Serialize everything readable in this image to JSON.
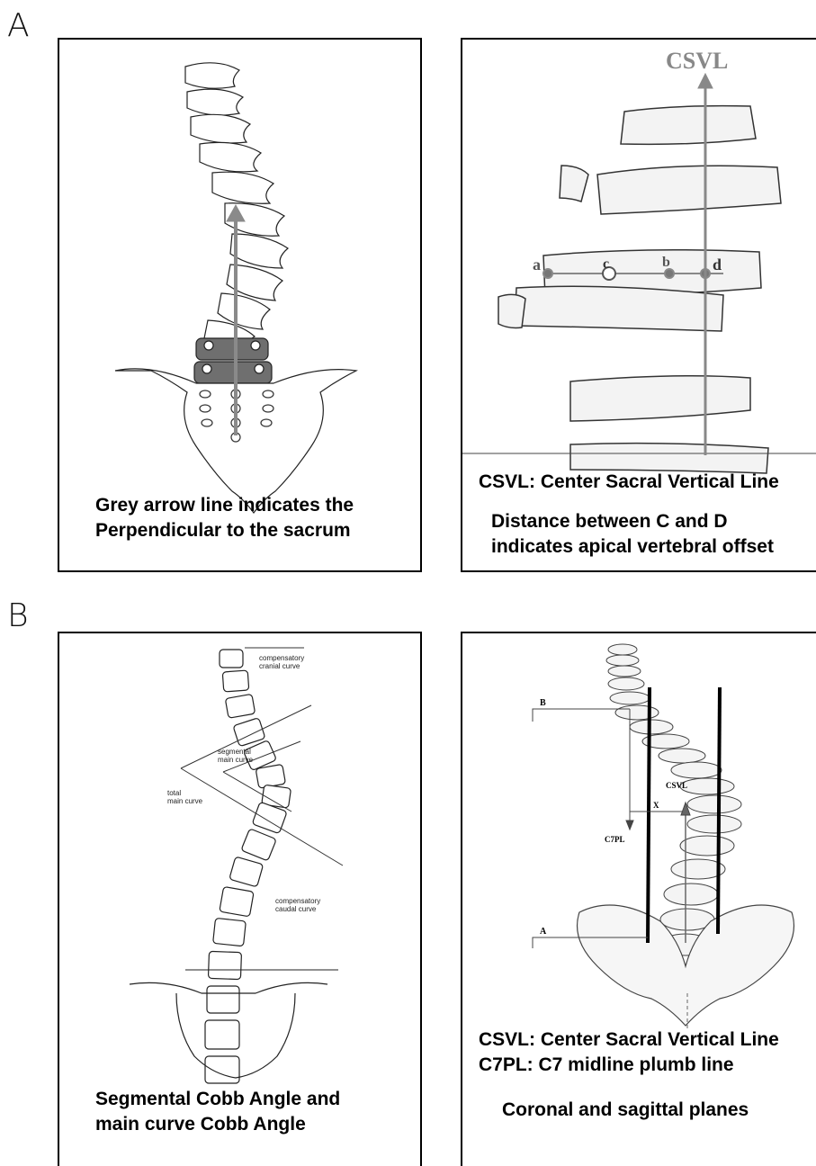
{
  "section_a": {
    "label": "A",
    "left_panel": {
      "caption": "Grey arrow line indicates the\nPerpendicular to the sacrum"
    },
    "right_panel": {
      "axis_label": "CSVL",
      "points": [
        "a",
        "c",
        "b",
        "d"
      ],
      "caption_line1": "CSVL: Center Sacral Vertical Line",
      "caption_line2": "Distance between C and D\nindicates apical vertebral offset"
    }
  },
  "section_b": {
    "label": "B",
    "left_panel": {
      "curve_labels": {
        "cranial": "compensatory\ncranial curve",
        "segmental": "segmental\nmain curve",
        "total": "total\nmain curve",
        "caudal": "compensatory\ncaudal curve"
      },
      "caption": "Segmental Cobb Angle and\nmain curve Cobb Angle"
    },
    "right_panel": {
      "labels": {
        "b": "B",
        "a": "A",
        "x": "X",
        "csvl": "CSVL",
        "c7pl": "C7PL"
      },
      "caption_line1": "CSVL: Center Sacral Vertical Line\nC7PL: C7 midline plumb line",
      "caption_line2": "Coronal and sagittal planes"
    }
  },
  "colors": {
    "grey_arrow": "#8a8a8a",
    "highlight": "#6f6f6f",
    "line": "#000000"
  }
}
